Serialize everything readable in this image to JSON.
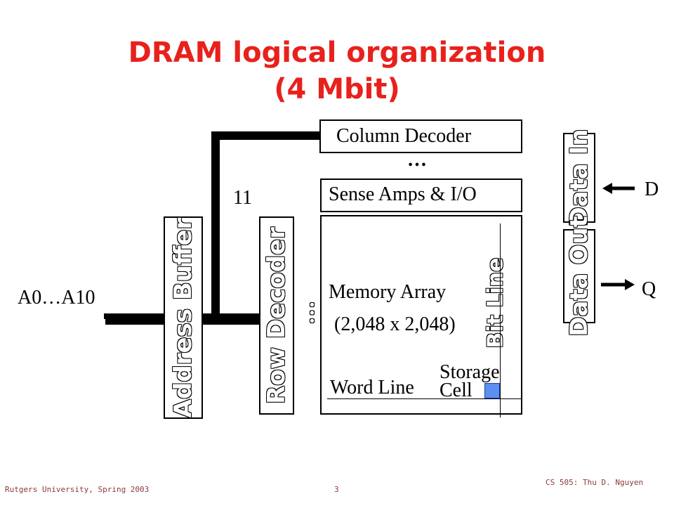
{
  "title": {
    "line1": "DRAM logical organization",
    "line2": "(4 Mbit)"
  },
  "diagram": {
    "column_decoder": "Column Decoder",
    "column_dots": "…",
    "sense_amps": "Sense Amps & I/O",
    "memory_array": "Memory Array",
    "array_size": "(2,048 x 2,048)",
    "bit_line": "Bit Line",
    "word_line": "Word Line",
    "storage_cell_line1": "Storage",
    "storage_cell_line2": "Cell",
    "address_buffer": "Address Buffer",
    "row_decoder": "Row Decoder",
    "row_dots": "…",
    "address_input": "A0…A10",
    "bus_width": "11",
    "data_in": "Data In",
    "data_out": "Data Out",
    "d_label": "D",
    "q_label": "Q"
  },
  "colors": {
    "title": "#e8211c",
    "storage_cell": "#5b8ff0"
  },
  "footer": {
    "left": "Rutgers University, Spring 2003",
    "page": "3",
    "right": "CS 505: Thu D. Nguyen"
  }
}
